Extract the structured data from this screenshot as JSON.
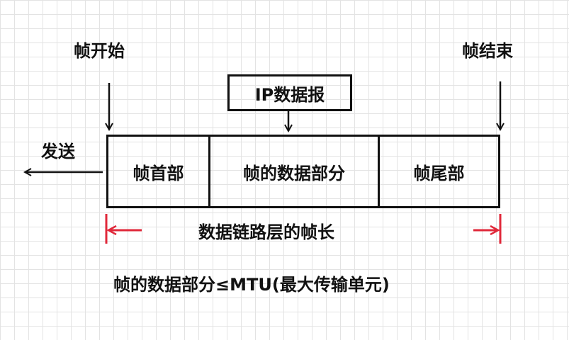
{
  "labels": {
    "frame_start": "帧开始",
    "frame_end": "帧结束",
    "ip_datagram": "IP数据报",
    "send": "发送",
    "frame_length": "数据链路层的帧长",
    "formula": "帧的数据部分≤MTU(最大传输单元)"
  },
  "frame_parts": [
    "帧首部",
    "帧的数据部分",
    "帧尾部"
  ],
  "colors": {
    "ink": "#111111",
    "length_arrow": "#e0283a",
    "grid": "#e3e3e3"
  }
}
